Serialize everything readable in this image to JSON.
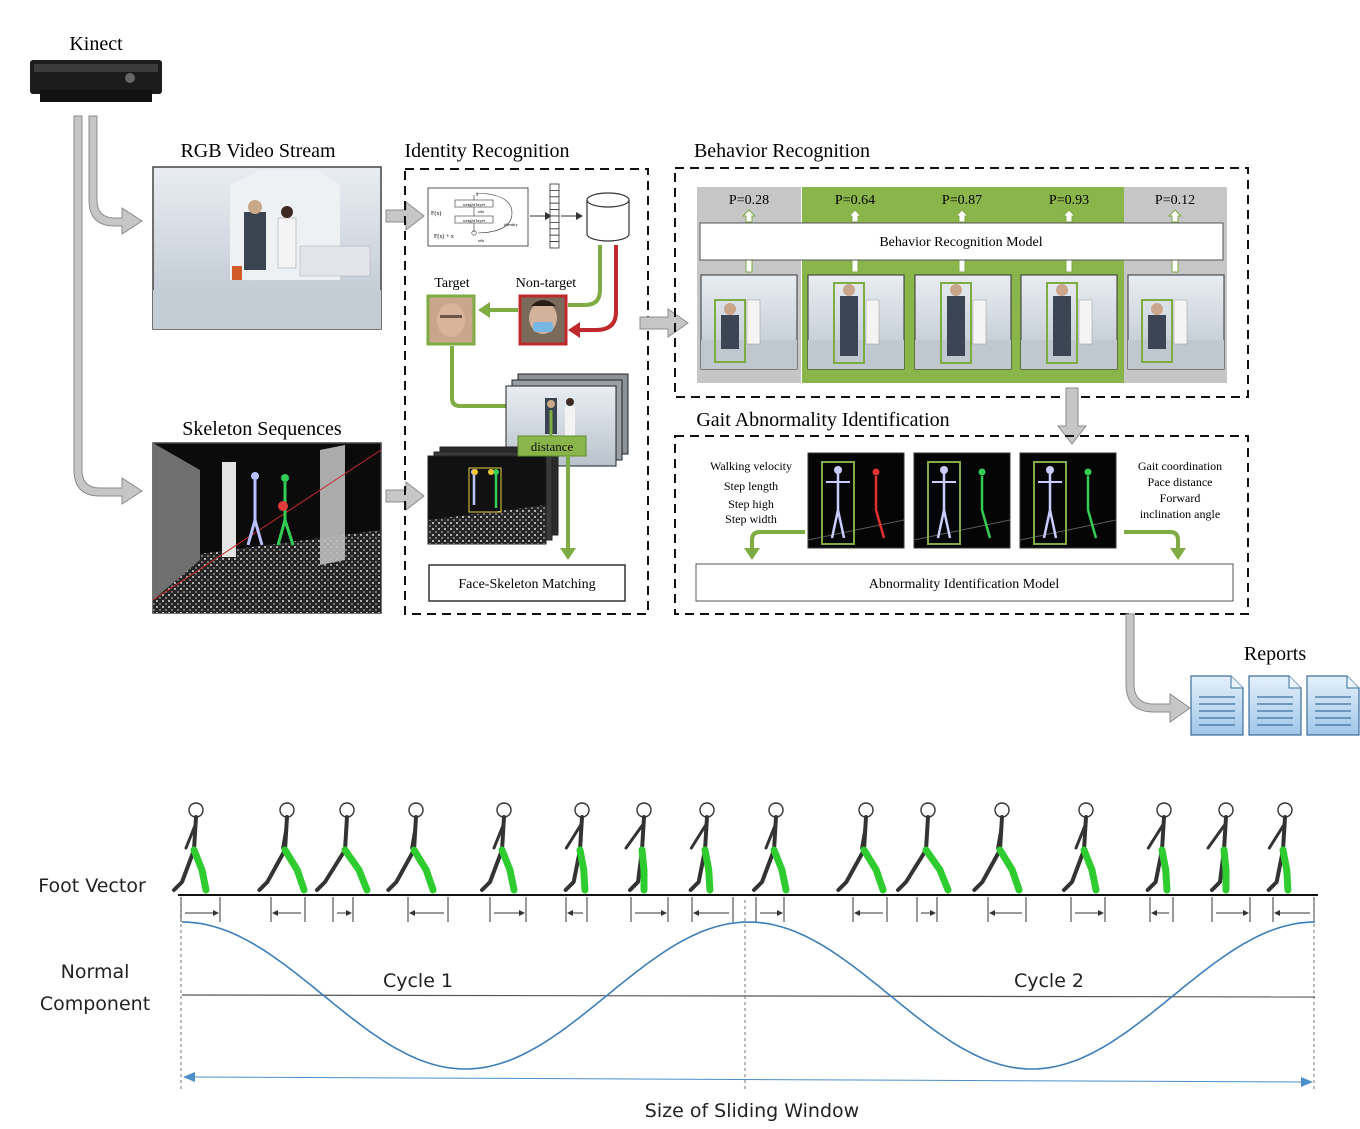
{
  "colors": {
    "arrow_gray": "#c6c6c6",
    "green": "#7fab43",
    "green_fill": "#8ab54b",
    "gray_panel": "#c6c6c6",
    "red": "#c0292b",
    "file_blue": "#bcd8f0",
    "curve_blue": "#3c7fb8"
  },
  "source": {
    "label": "Kinect"
  },
  "rgb": {
    "label": "RGB Video Stream"
  },
  "skeleton": {
    "label": "Skeleton Sequences"
  },
  "identity": {
    "title": "Identity Recognition",
    "target_label": "Target",
    "nontarget_label": "Non-target",
    "distance_label": "distance",
    "matching_label": "Face-Skeleton Matching",
    "net": {
      "fx": "F(x)",
      "fx_plus_x": "F(x) + x",
      "weight_layer": "weight layer",
      "relu": "relu",
      "x": "x",
      "identity": "identity"
    }
  },
  "behavior": {
    "title": "Behavior Recognition",
    "model_label": "Behavior Recognition Model",
    "probs": [
      "P=0.28",
      "P=0.64",
      "P=0.87",
      "P=0.93",
      "P=0.12"
    ]
  },
  "gait": {
    "title": "Gait Abnormality Identification",
    "model_label": "Abnormality Identification Model",
    "left_features": [
      "Walking velocity",
      "Step length",
      "Step high",
      "Step width"
    ],
    "right_features": [
      "Gait coordination",
      "Pace distance",
      "Forward",
      "inclination angle"
    ]
  },
  "reports": {
    "label": "Reports"
  },
  "bottom": {
    "foot_vector": "Foot Vector",
    "normal_component": [
      "Normal",
      "Component"
    ],
    "cycle1": "Cycle 1",
    "cycle2": "Cycle 2",
    "window_label": "Size of Sliding Window"
  }
}
